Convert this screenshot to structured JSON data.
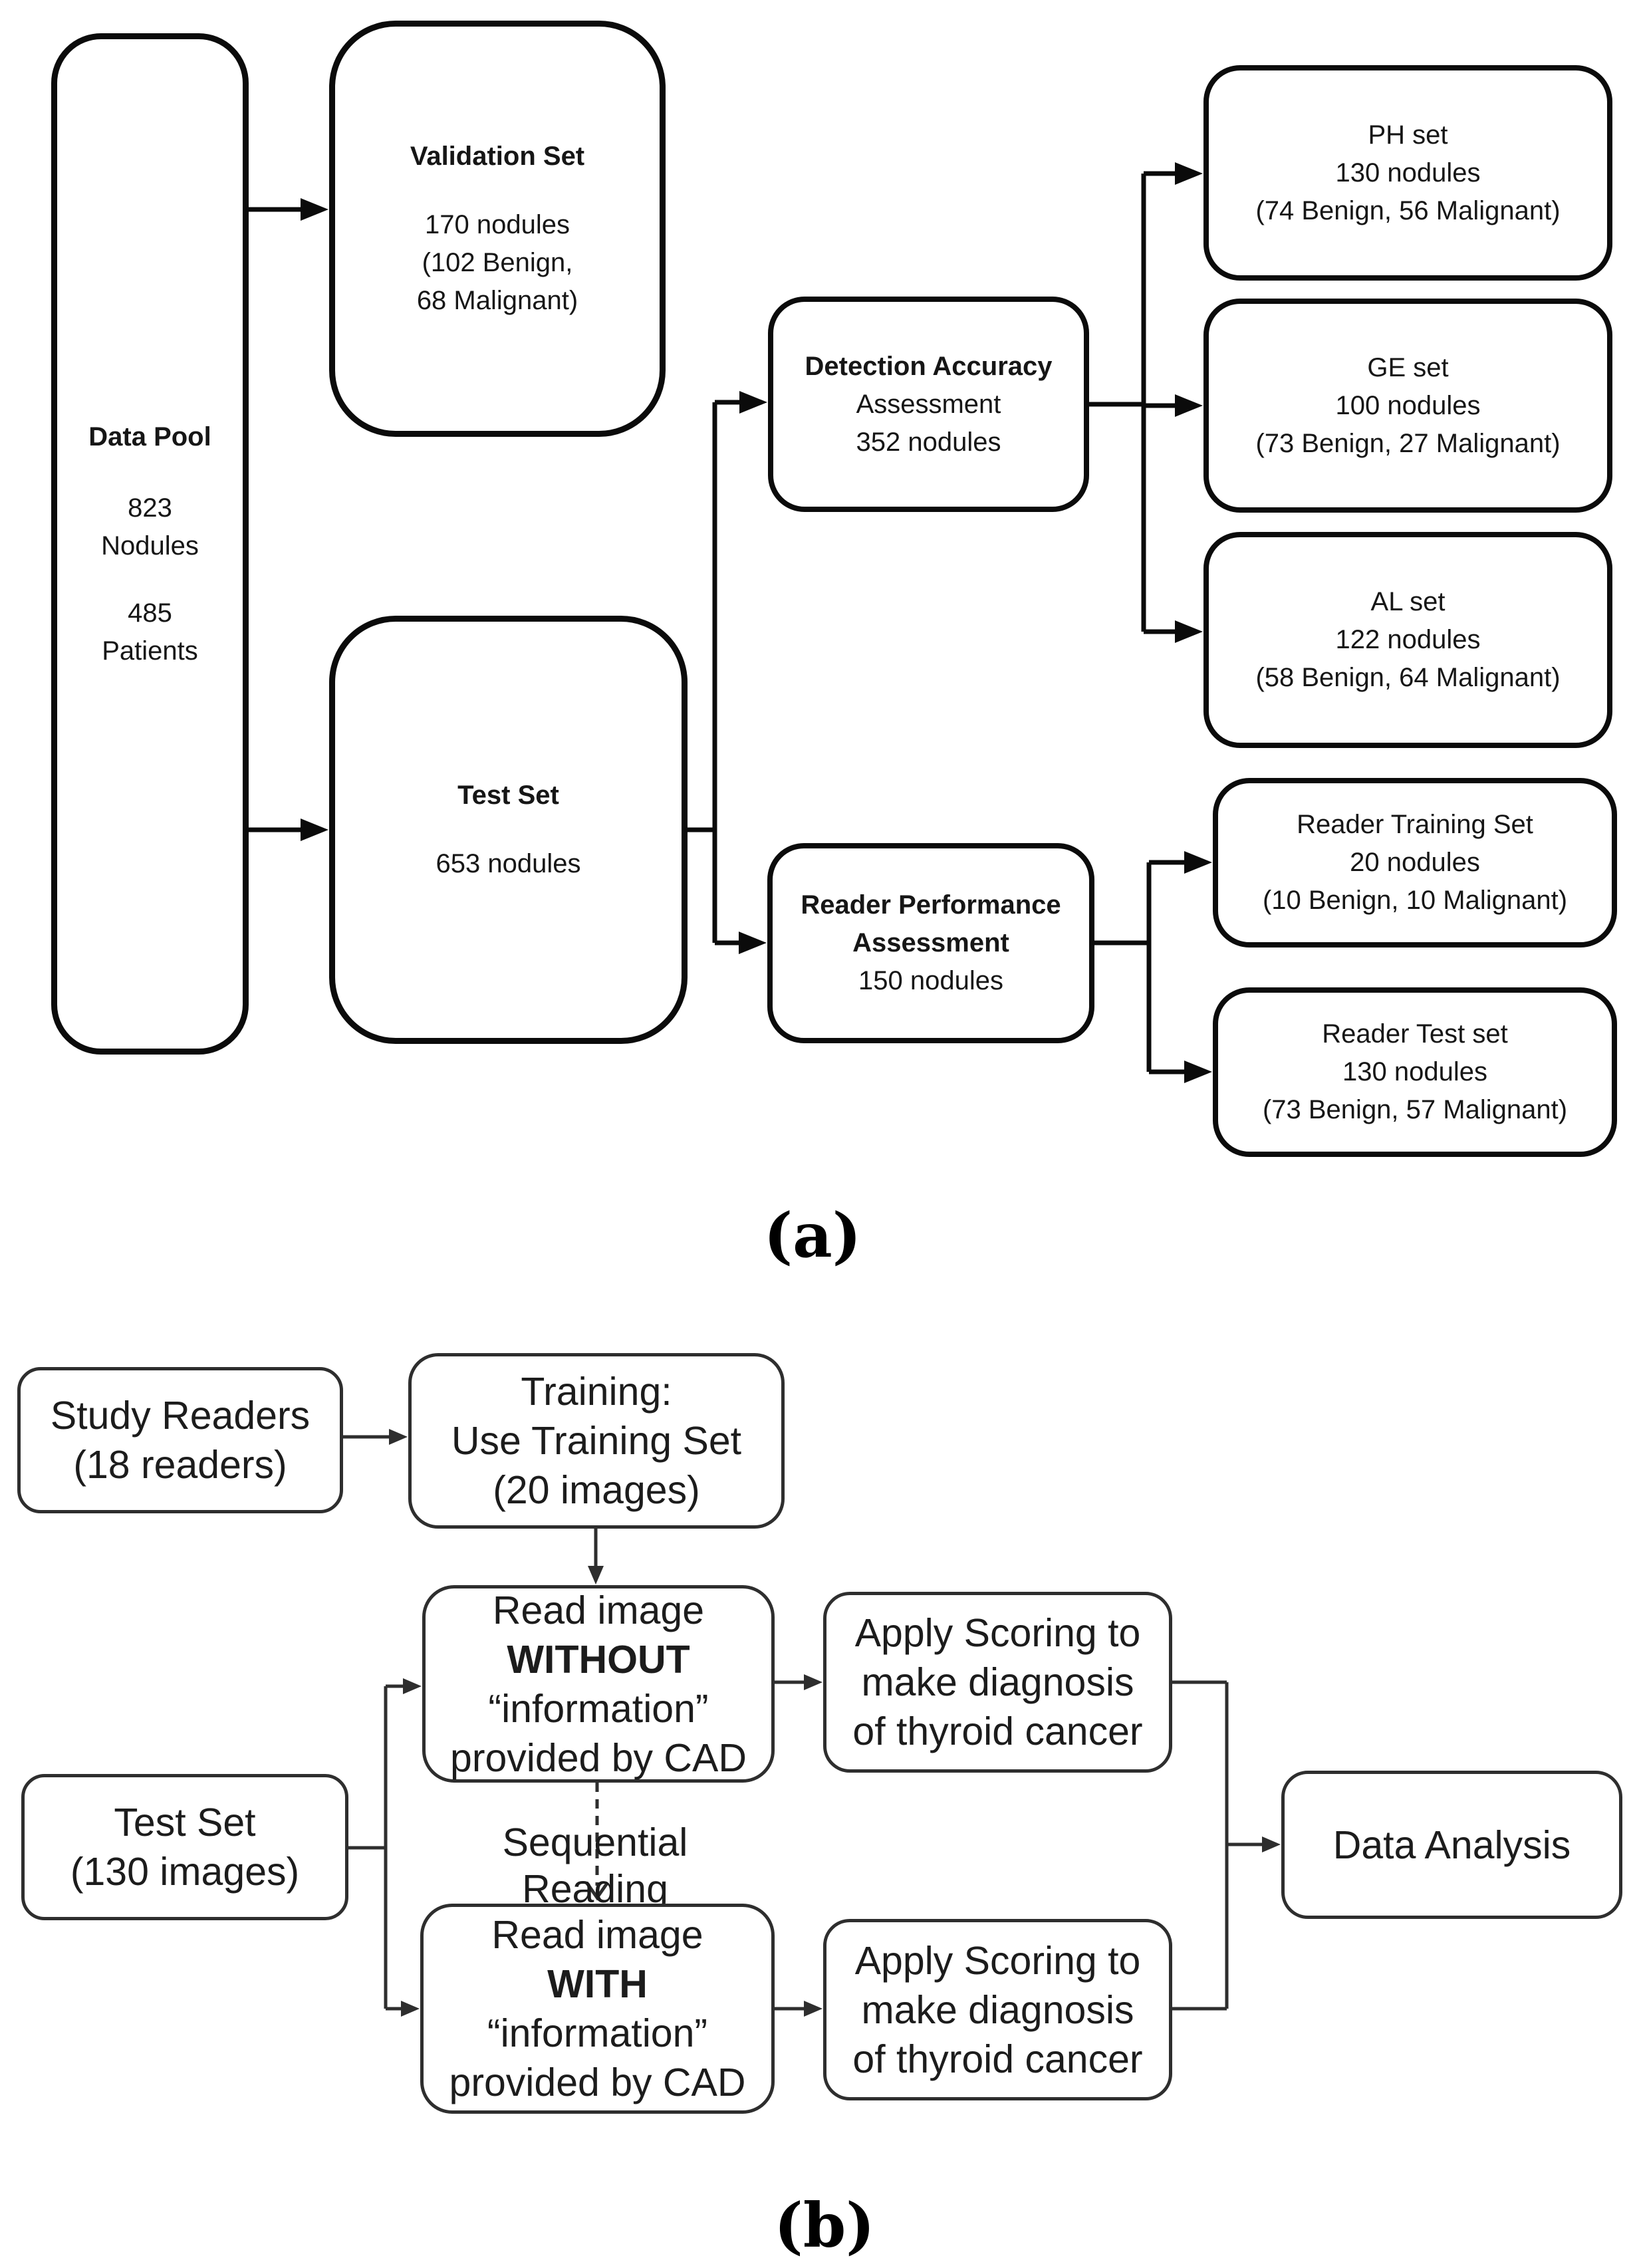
{
  "panel_a": {
    "label": "(a)",
    "data_pool": {
      "title": "Data Pool",
      "count1": "823",
      "unit1": "Nodules",
      "count2": "485",
      "unit2": "Patients"
    },
    "validation_set": {
      "title": "Validation Set",
      "line1": "170 nodules",
      "line2": "(102 Benign,",
      "line3": "68 Malignant)"
    },
    "test_set": {
      "title": "Test Set",
      "line1": "653 nodules"
    },
    "detection_accuracy": {
      "title": "Detection Accuracy",
      "line2": "Assessment",
      "line3": "352 nodules"
    },
    "reader_performance": {
      "title1": "Reader Performance",
      "title2": "Assessment",
      "line3": "150 nodules"
    },
    "ph_set": {
      "line1": "PH set",
      "line2": "130 nodules",
      "line3": "(74 Benign, 56 Malignant)"
    },
    "ge_set": {
      "line1": "GE set",
      "line2": "100 nodules",
      "line3": "(73 Benign, 27 Malignant)"
    },
    "al_set": {
      "line1": "AL set",
      "line2": "122 nodules",
      "line3": "(58 Benign, 64 Malignant)"
    },
    "reader_training_set": {
      "line1": "Reader Training Set",
      "line2": "20 nodules",
      "line3": "(10 Benign, 10 Malignant)"
    },
    "reader_test_set": {
      "line1": "Reader Test set",
      "line2": "130 nodules",
      "line3": "(73 Benign, 57 Malignant)"
    }
  },
  "panel_b": {
    "label": "(b)",
    "study_readers": {
      "line1": "Study Readers",
      "line2": "(18 readers)"
    },
    "training": {
      "line1": "Training:",
      "line2": "Use Training Set",
      "line3": "(20 images)"
    },
    "read_without": {
      "line1": "Read image",
      "line2": "WITHOUT",
      "line3": "“information”",
      "line4": "provided by CAD"
    },
    "test_set": {
      "line1": "Test Set",
      "line2": "(130 images)"
    },
    "sequential_reading": "Sequential Reading",
    "read_with": {
      "line1": "Read image",
      "line2": "WITH",
      "line3": "“information”",
      "line4": "provided by CAD"
    },
    "apply_scoring_top": {
      "line1": "Apply Scoring to",
      "line2": "make diagnosis",
      "line3": "of thyroid cancer"
    },
    "apply_scoring_bottom": {
      "line1": "Apply Scoring to",
      "line2": "make diagnosis",
      "line3": "of thyroid cancer"
    },
    "data_analysis": {
      "line1": "Data Analysis"
    }
  },
  "colors": {
    "line_a": "#0b0b0b",
    "line_b": "#2e2e2e",
    "text": "#161616",
    "background": "#ffffff"
  }
}
